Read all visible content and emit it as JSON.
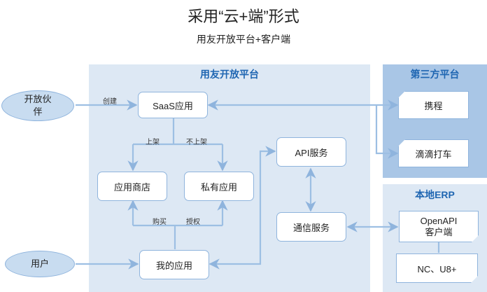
{
  "title": "采用“云+端”形式",
  "subtitle": "用友开放平台+客户端",
  "regions": {
    "yonyou": "用友开放平台",
    "third": "第三方平台",
    "local": "本地ERP"
  },
  "nodes": {
    "partner": "开放伙伴",
    "user": "用户",
    "saas": "SaaS应用",
    "store": "应用商店",
    "private": "私有应用",
    "myapp": "我的应用",
    "api": "API服务",
    "comm": "通信服务",
    "ctrip": "携程",
    "didi": "滴滴打车",
    "openapi_line1": "OpenAPI",
    "openapi_line2": "客户端",
    "nc_u8": "NC、U8+"
  },
  "edge_labels": {
    "create": "创建",
    "listed": "上架",
    "unlisted": "不上架",
    "buy": "购买",
    "authorize": "授权"
  },
  "colors": {
    "region_light": "#dde8f4",
    "region_dark": "#a9c6e6",
    "title_blue": "#1f66b2",
    "border": "#8fb4dd",
    "arrow": "#8fb4dd",
    "ellipse_fill": "#c8dcf0"
  }
}
